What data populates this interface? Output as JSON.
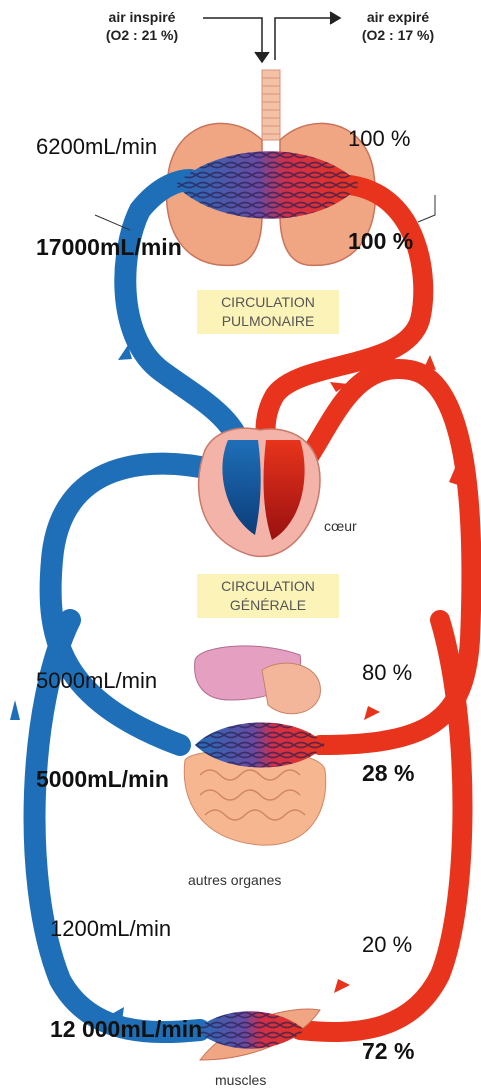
{
  "header": {
    "inspired_label": "air inspiré",
    "inspired_o2": "(O2 : 21 %)",
    "expired_label": "air expiré",
    "expired_o2": "(O2 : 17 %)"
  },
  "pulmonary": {
    "box_line1": "CIRCULATION",
    "box_line2": "PULMONAIRE",
    "rest_flow": "6200mL/min",
    "exercise_flow": "17000mL/min",
    "rest_sat": "100 %",
    "exercise_sat": "100 %"
  },
  "heart_label": "cœur",
  "systemic": {
    "box_line1": "CIRCULATION",
    "box_line2": "GÉNÉRALE"
  },
  "organs": {
    "label": "autres organes",
    "rest_flow": "5000mL/min",
    "exercise_flow": "5000mL/min",
    "rest_pct": "80 %",
    "exercise_pct": "28 %"
  },
  "muscles": {
    "label": "muscles",
    "rest_flow": "1200mL/min",
    "exercise_flow": "12 000mL/min",
    "rest_pct": "20 %",
    "exercise_pct": "72 %"
  },
  "colors": {
    "venous_blue": "#1f6fb8",
    "arterial_red": "#e8341c",
    "lung_pink": "#f0a583",
    "heart_pink": "#f3b3a8",
    "label_box": "#fbf3b8"
  }
}
